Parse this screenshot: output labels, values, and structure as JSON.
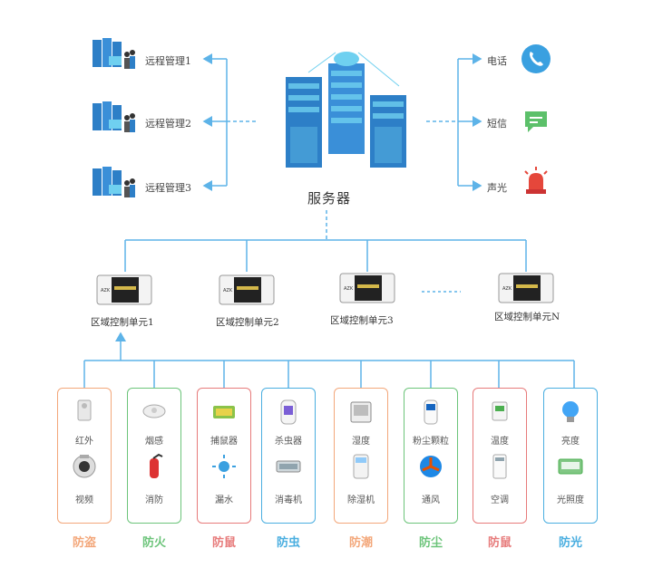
{
  "server": {
    "label": "服务器"
  },
  "remotes": [
    {
      "label": "远程管理1"
    },
    {
      "label": "远程管理2"
    },
    {
      "label": "远程管理3"
    }
  ],
  "alerts": [
    {
      "label": "电话",
      "icon": "phone-icon",
      "color": "#3aa0e0"
    },
    {
      "label": "短信",
      "icon": "message-icon",
      "color": "#5cc06a"
    },
    {
      "label": "声光",
      "icon": "alarm-light-icon",
      "color": "#e5473b"
    }
  ],
  "units": [
    {
      "label": "区域控制单元1"
    },
    {
      "label": "区域控制单元2"
    },
    {
      "label": "区域控制单元3"
    },
    {
      "label": "区域控制单元N"
    }
  ],
  "categories": [
    {
      "title": "防盗",
      "color": "#f3a77a",
      "devices": [
        {
          "label": "红外",
          "icon": "infrared-sensor-icon"
        },
        {
          "label": "视频",
          "icon": "camera-icon"
        }
      ]
    },
    {
      "title": "防火",
      "color": "#6cc47a",
      "devices": [
        {
          "label": "烟感",
          "icon": "smoke-detector-icon"
        },
        {
          "label": "消防",
          "icon": "extinguisher-icon"
        }
      ]
    },
    {
      "title": "防鼠",
      "color": "#e77b7b",
      "devices": [
        {
          "label": "捕鼠器",
          "icon": "mousetrap-icon"
        },
        {
          "label": "漏水",
          "icon": "water-leak-icon"
        }
      ]
    },
    {
      "title": "防虫",
      "color": "#4aaee0",
      "devices": [
        {
          "label": "杀虫器",
          "icon": "insect-killer-icon"
        },
        {
          "label": "消毒机",
          "icon": "disinfector-icon"
        }
      ]
    },
    {
      "title": "防潮",
      "color": "#f3a77a",
      "devices": [
        {
          "label": "湿度",
          "icon": "humidity-meter-icon"
        },
        {
          "label": "除湿机",
          "icon": "dehumidifier-icon"
        }
      ]
    },
    {
      "title": "防尘",
      "color": "#6cc47a",
      "devices": [
        {
          "label": "粉尘颗粒",
          "icon": "dust-sensor-icon"
        },
        {
          "label": "通风",
          "icon": "fan-icon"
        }
      ]
    },
    {
      "title": "防鼠",
      "color": "#e77b7b",
      "devices": [
        {
          "label": "温度",
          "icon": "thermometer-icon"
        },
        {
          "label": "空调",
          "icon": "air-conditioner-icon"
        }
      ]
    },
    {
      "title": "防光",
      "color": "#4aaee0",
      "devices": [
        {
          "label": "亮度",
          "icon": "bulb-icon"
        },
        {
          "label": "光照度",
          "icon": "light-sensor-icon"
        }
      ]
    }
  ],
  "colors": {
    "connector": "#5db3e8",
    "server_primary": "#2d7fc7",
    "server_secondary": "#6fd0f0"
  }
}
